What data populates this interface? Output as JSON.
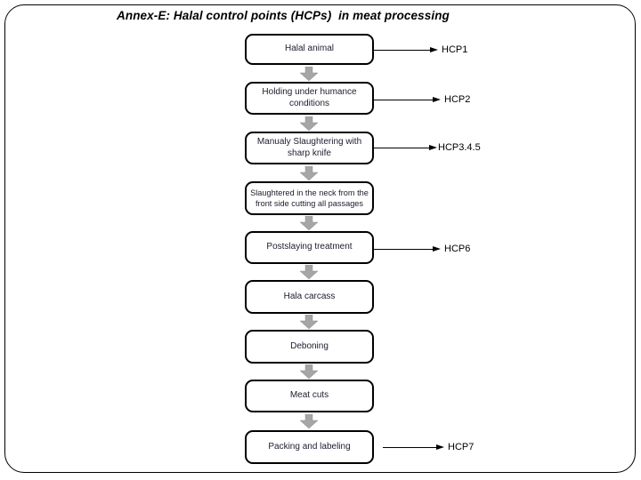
{
  "title": "Annex-E: Halal control points (HCPs)  in meat processing",
  "flow": {
    "steps": [
      {
        "label": "Halal animal"
      },
      {
        "label": "Holding under humance\nconditions"
      },
      {
        "label": "Manualy Slaughtering with\nsharp knife"
      },
      {
        "label": "Slaughtered in the neck from the\nfront side cutting all passages"
      },
      {
        "label": "Postslaying treatment"
      },
      {
        "label": "Hala carcass"
      },
      {
        "label": "Deboning"
      },
      {
        "label": "Meat cuts"
      },
      {
        "label": "Packing and labeling"
      }
    ],
    "hcps": [
      {
        "label": "HCP1"
      },
      {
        "label": "HCP2"
      },
      {
        "label": "HCP3.4.5"
      },
      {
        "label": "HCP6"
      },
      {
        "label": "HCP7"
      }
    ]
  },
  "icons": {
    "down_arrow": "down-block-arrow",
    "right_arrow": "right-arrowhead"
  },
  "colors": {
    "border": "#000000",
    "down_arrow_fill": "#a6a6a6",
    "box_text": "#1c1c2e",
    "background": "#ffffff"
  }
}
